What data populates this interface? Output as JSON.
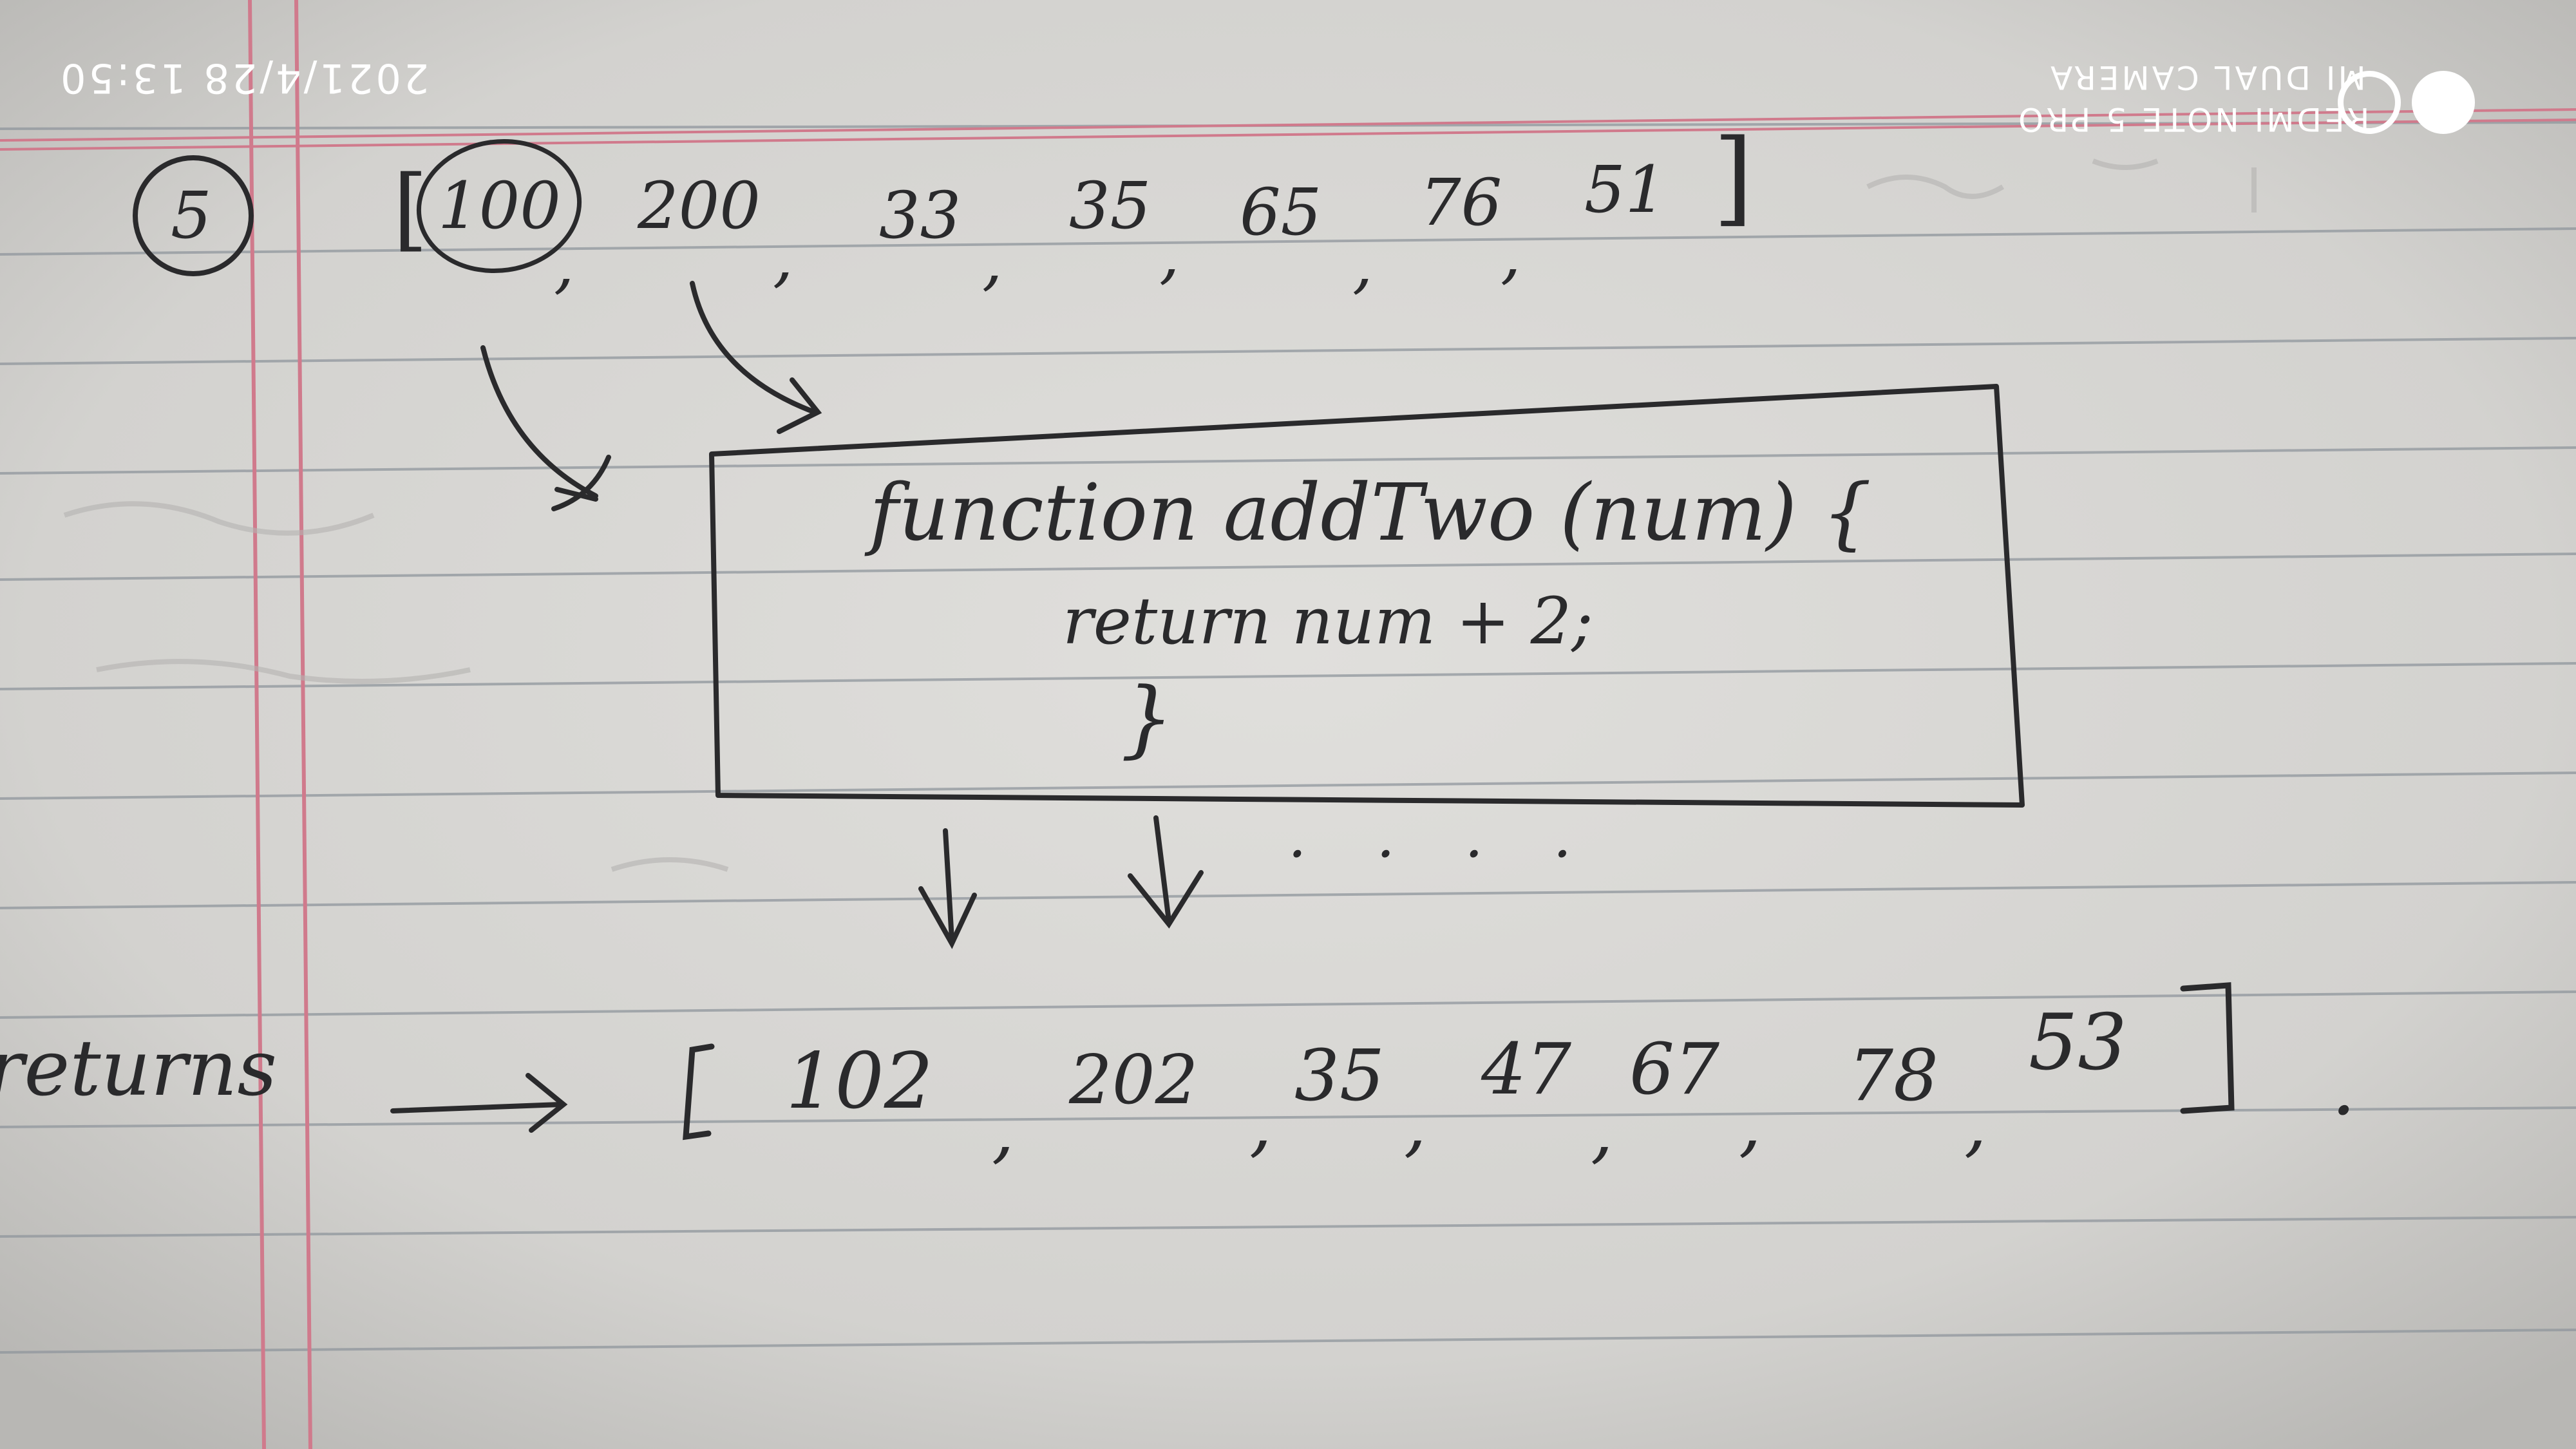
{
  "photo": {
    "stamp_datetime": "2021/4/28 13:50",
    "stamp_device": "REDMI NOTE 5 PRO",
    "stamp_camera": "MI DUAL CAMERA"
  },
  "notes": {
    "step_number": "5",
    "input_array_open": "[",
    "input_values": [
      "100",
      "200",
      "33",
      "35",
      "65",
      "76",
      "51"
    ],
    "input_array_close": "]",
    "function_line": "function addTwo (num) {",
    "return_line": "return num + 2;",
    "closing_brace": "}",
    "dots": ". . . .",
    "returns_label": "returns",
    "output_array_open": "[",
    "output_values": [
      "102",
      "202",
      "35",
      "47",
      "67",
      "78",
      "53"
    ],
    "output_array_close": "]",
    "trailing_dot": "."
  },
  "colors": {
    "paper": "#d7d6d3",
    "ruling": "#8f969c",
    "margin": "#d07a8c",
    "ink": "#2a2a2c"
  }
}
